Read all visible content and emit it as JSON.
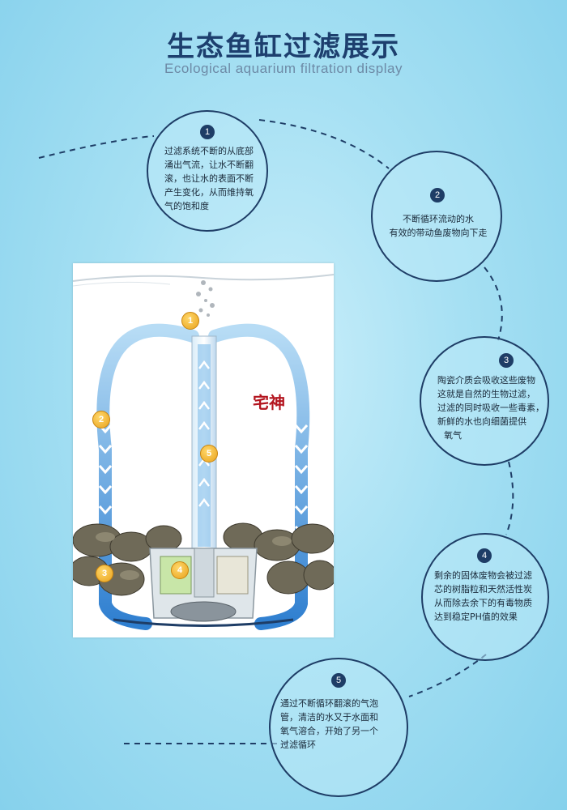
{
  "header": {
    "title": "生态鱼缸过滤展示",
    "subtitle": "Ecological aquarium filtration display"
  },
  "steps": [
    {
      "num": "1",
      "text": [
        "过滤系统不断的从底部",
        "涌出气流，让水不断翻",
        "滚，也让水的表面不断",
        "产生变化，从而维持氧",
        "气的饱和度"
      ]
    },
    {
      "num": "2",
      "text": [
        "不断循环流动的水",
        "有效的带动鱼废物向下走"
      ]
    },
    {
      "num": "3",
      "text": [
        "陶瓷介质会吸收这些废物",
        "这就是自然的生物过滤，",
        "过滤的同时吸收一些毒素，",
        "新鲜的水也向细菌提供",
        "氧气"
      ]
    },
    {
      "num": "4",
      "text": [
        "剩余的固体废物会被过滤",
        "芯的树脂粒和天然活性炭",
        "从而除去余下的有毒物质",
        "达到稳定PH值的效果"
      ]
    },
    {
      "num": "5",
      "text": [
        "通过不断循环翻滚的气泡",
        "管，清洁的水又于水面和",
        "氧气溶合，开始了另一个",
        "过滤循环"
      ]
    }
  ],
  "markers": [
    "1",
    "2",
    "3",
    "4",
    "5"
  ],
  "watermark": "宅神",
  "colors": {
    "background": "#a6e0f3",
    "circle_border": "#1e3d66",
    "title": "#1d3f6e",
    "subtitle": "#6d8aa6",
    "marker": "#f0b030",
    "flow_arrow": "#2f7fd0",
    "watermark": "#b3141e"
  }
}
